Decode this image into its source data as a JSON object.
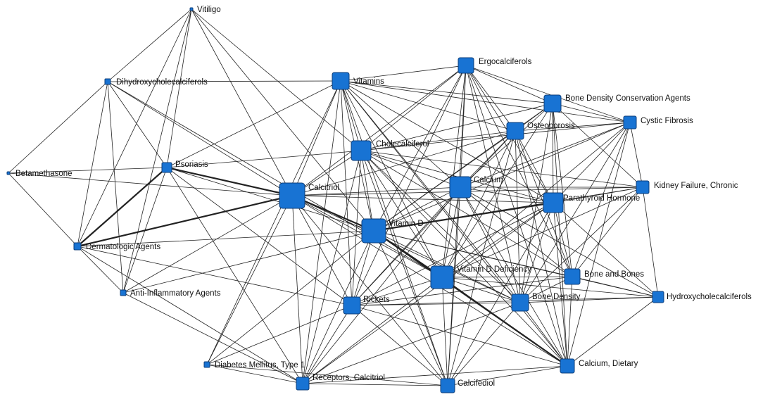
{
  "nodes": [
    {
      "id": "vitiligo",
      "label": "Vitiligo"
    },
    {
      "id": "dihydroxy",
      "label": "Dihydroxycholecalciferols"
    },
    {
      "id": "vitamins",
      "label": "Vitamins"
    },
    {
      "id": "ergocalciferols",
      "label": "Ergocalciferols"
    },
    {
      "id": "bone-density-agents",
      "label": "Bone Density Conservation Agents"
    },
    {
      "id": "cystic-fibrosis",
      "label": "Cystic Fibrosis"
    },
    {
      "id": "osteoporosis",
      "label": "Osteoporosis"
    },
    {
      "id": "cholecalciferol",
      "label": "Cholecalciferol"
    },
    {
      "id": "psoriasis",
      "label": "Psoriasis"
    },
    {
      "id": "betamethasone",
      "label": "Betamethasone"
    },
    {
      "id": "calcitriol",
      "label": "Calcitriol"
    },
    {
      "id": "calcium",
      "label": "Calcium"
    },
    {
      "id": "kidney-failure",
      "label": "Kidney Failure, Chronic"
    },
    {
      "id": "parathyroid",
      "label": "Parathyroid Hormone"
    },
    {
      "id": "vitamin-d",
      "label": "Vitamin D"
    },
    {
      "id": "dermatologic",
      "label": "Dermatologic Agents"
    },
    {
      "id": "vitd-deficiency",
      "label": "Vitamin D Deficiency"
    },
    {
      "id": "bone-and-bones",
      "label": "Bone and Bones"
    },
    {
      "id": "anti-inflammatory",
      "label": "Anti-Inflammatory Agents"
    },
    {
      "id": "rickets",
      "label": "Rickets"
    },
    {
      "id": "bone-density",
      "label": "Bone Density"
    },
    {
      "id": "hydroxy",
      "label": "Hydroxycholecalciferols"
    },
    {
      "id": "diabetes",
      "label": "Diabetes Mellitus, Type 1"
    },
    {
      "id": "calcium-dietary",
      "label": "Calcium, Dietary"
    },
    {
      "id": "receptors",
      "label": "Receptors, Calcitriol"
    },
    {
      "id": "calcifediol",
      "label": "Calcifediol"
    }
  ],
  "colors": {
    "node": "#1873d3",
    "node_border": "#0d3d78",
    "edge": "#222222",
    "background": "#ffffff"
  }
}
